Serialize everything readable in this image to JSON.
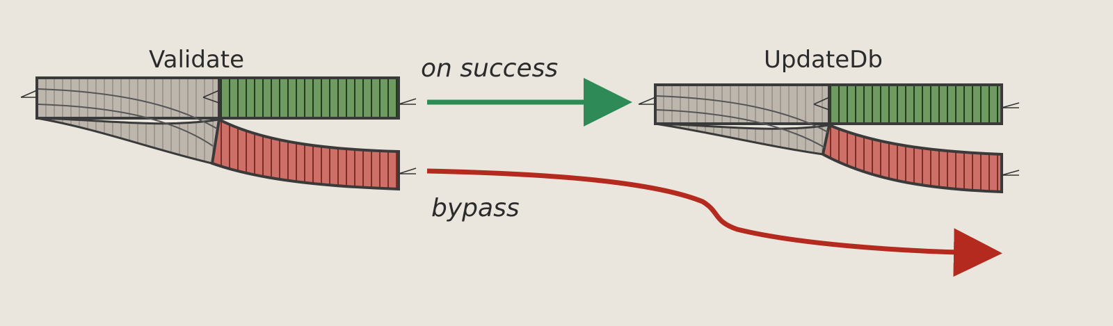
{
  "diagram": {
    "nodes": [
      {
        "name": "Validate"
      },
      {
        "name": "UpdateDb"
      }
    ],
    "edges": [
      {
        "label": "on success",
        "color": "#2e8b57"
      },
      {
        "label": "bypass",
        "color": "#b42a1e"
      }
    ],
    "colors": {
      "background": "#ebe6dd",
      "track_gray": "#bdb6ad",
      "track_green": "#6f9a62",
      "track_red": "#cf7068",
      "track_outline": "#3a3a3a"
    }
  }
}
